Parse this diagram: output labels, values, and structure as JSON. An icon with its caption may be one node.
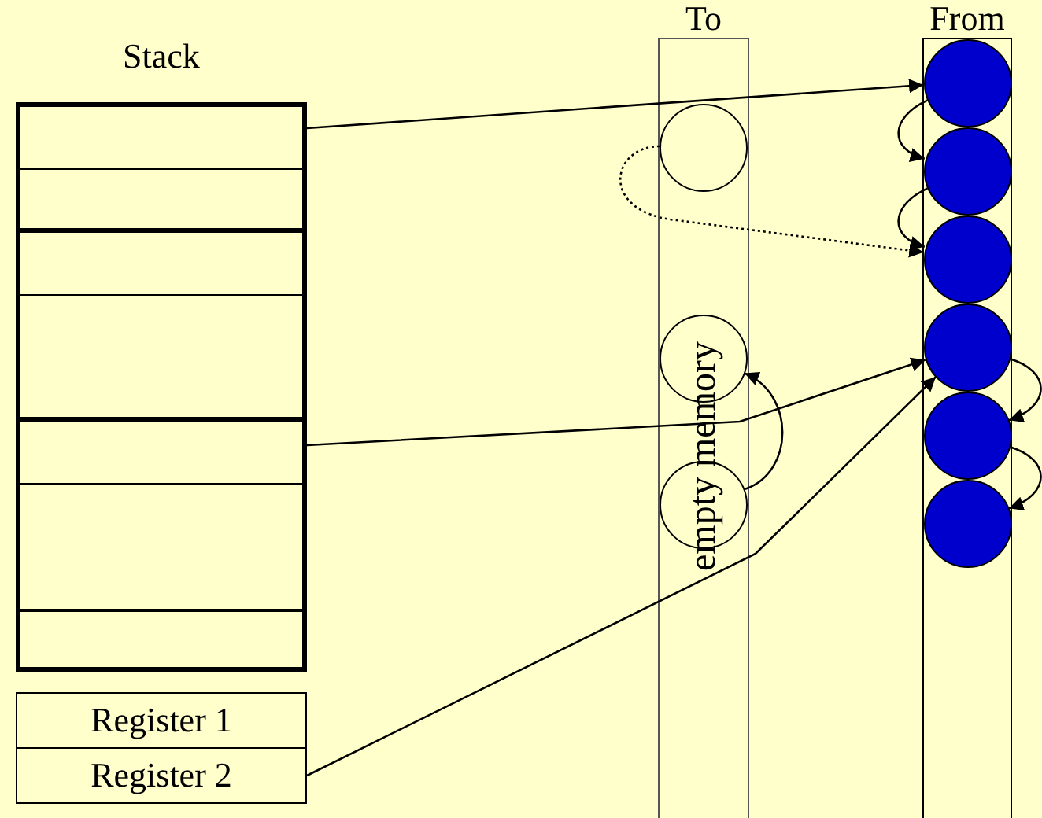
{
  "diagram": {
    "nodes": [
      {
        "text": [
          "Stack"
        ]
      },
      {
        "text": [],
        "shape": "box",
        "in": 0
      },
      {
        "text": [],
        "shape": "box",
        "in": 0
      },
      {
        "text": [],
        "shape": "box",
        "in": 0
      },
      {
        "text": [],
        "shape": "box",
        "in": 0
      },
      {
        "text": [],
        "shape": "box",
        "in": 0
      },
      {
        "text": [],
        "shape": "box",
        "in": 0
      },
      {
        "text": [],
        "shape": "box",
        "in": 0
      },
      {
        "text": [
          "Register 1"
        ]
      },
      {
        "text": [
          "Register 2"
        ]
      },
      {
        "text": [
          "To"
        ]
      },
      {
        "text": [],
        "shape": "circle",
        "in": 10
      },
      {
        "text": [],
        "shape": "circle",
        "in": 10
      },
      {
        "text": [],
        "shape": "circle",
        "in": 10
      },
      {
        "text": [
          "From"
        ]
      },
      {
        "text": [],
        "shape": "circle",
        "in": 14
      },
      {
        "text": [],
        "shape": "circle",
        "in": 14
      },
      {
        "text": [],
        "shape": "circle",
        "in": 14
      },
      {
        "text": [],
        "shape": "circle",
        "in": 14
      },
      {
        "text": [],
        "shape": "circle",
        "in": 14
      },
      {
        "text": [],
        "shape": "circle",
        "in": 14
      }
    ],
    "edges": [
      {
        "from": 1,
        "to": 15,
        "arrow": "to"
      },
      {
        "from": 15,
        "to": 16,
        "arrow": "to"
      },
      {
        "from": 16,
        "to": 17,
        "arrow": "to"
      },
      {
        "from": 11,
        "to": 17,
        "arrow": "to",
        "style": "dashed"
      },
      {
        "from": 5,
        "to": 18,
        "arrow": "to"
      },
      {
        "from": 9,
        "to": 18,
        "arrow": "to"
      },
      {
        "from": 13,
        "to": 12,
        "arrow": "to"
      },
      {
        "from": 18,
        "to": 19,
        "arrow": "to"
      },
      {
        "from": 19,
        "to": 20,
        "arrow": "to"
      }
    ],
    "labels": [
      "empty memory"
    ]
  }
}
